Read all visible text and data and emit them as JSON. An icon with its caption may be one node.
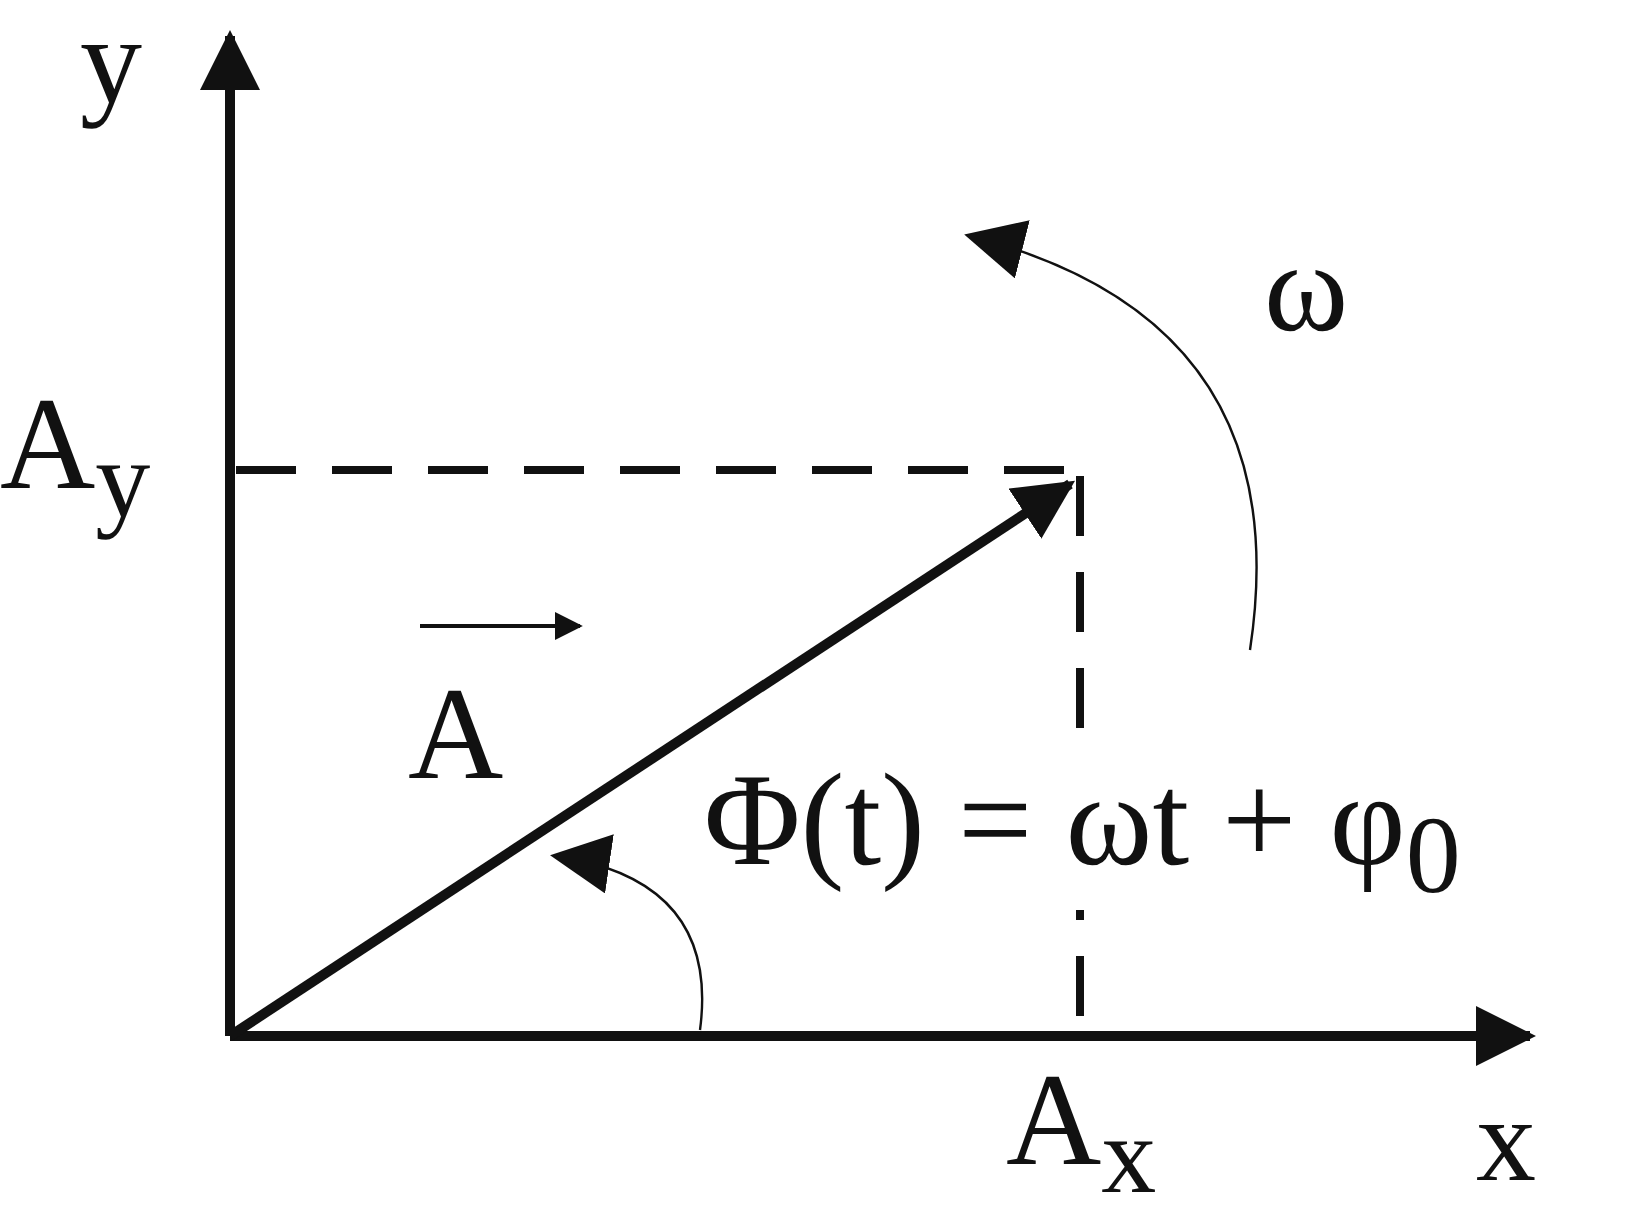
{
  "diagram": {
    "labels": [
      "y",
      "ω",
      "A$_{y}$",
      "A",
      "Φ(t) = ωt + φ$_{0}$",
      "A$_{x}$",
      "x"
    ]
  }
}
